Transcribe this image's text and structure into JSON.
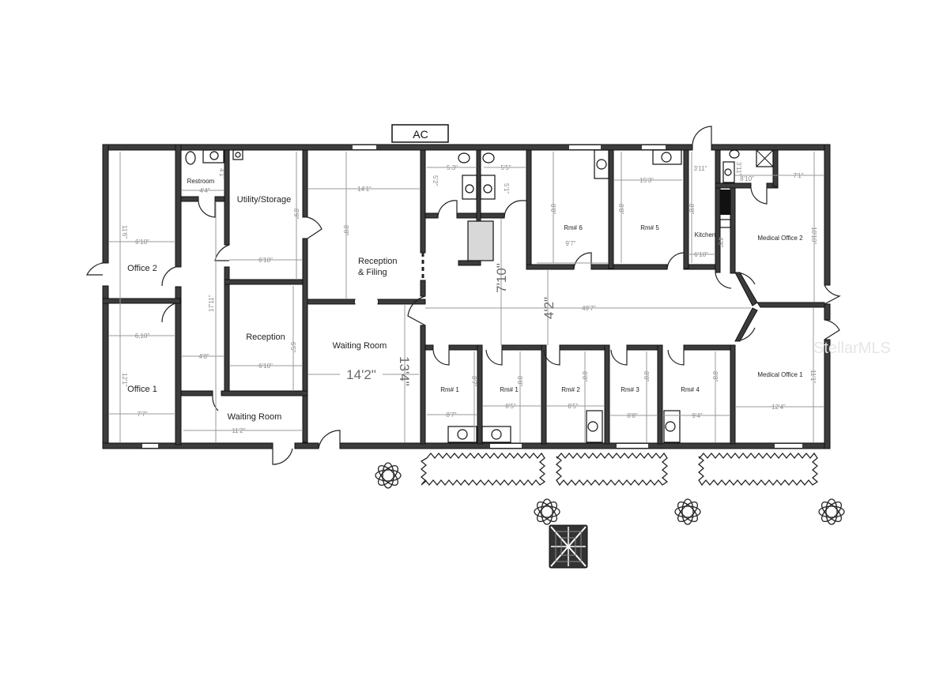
{
  "plan": {
    "ac_label": "AC",
    "rooms": {
      "office2": "Office 2",
      "office1": "Office 1",
      "restroom": "Restroom",
      "utility": "Utility/Storage",
      "reception": "Reception",
      "waiting_small": "Waiting Room",
      "reception_filing_1": "Reception",
      "reception_filing_2": "& Filing",
      "waiting_main": "Waiting Room",
      "rm6": "Rm# 6",
      "rm5": "Rm# 5",
      "kitchen": "Kitchen",
      "medical_office_2": "Medical Office 2",
      "medical_office_1": "Medical Office 1",
      "rm1a": "Rm# 1",
      "rm1b": "Rm# 1",
      "rm2": "Rm# 2",
      "rm3": "Rm# 3",
      "rm4": "Rm# 4"
    },
    "dimensions": {
      "office2_w": "6'10\"",
      "office2_h": "11'6\"",
      "office1_w": "7'7\"",
      "office1_w2": "6,10\"",
      "office1_h": "12'1\"",
      "restroom_w": "4'4\"",
      "restroom_h": "4'1\"",
      "utility_w": "6'10\"",
      "utility_h": "8'9\"",
      "hall_w": "4'8\"",
      "hall_h": "17'11\"",
      "reception_w": "6'10\"",
      "reception_h": "6'5\"",
      "waiting_small_w": "11'2\"",
      "reception_filing_w": "14'1\"",
      "reception_filing_h": "8'8\"",
      "bath_left_w": "5.3\"",
      "bath_left_h": "5'2\"",
      "bath_right_w": "5'5\"",
      "bath_right_h": "5'1\"",
      "rm6_w": "9'7\"",
      "rm6_h": "8'8\"",
      "rm5_w": "15'3\"",
      "rm5_h": "8'8\"",
      "kitchen_w": "6'10\"",
      "kitchen_w_top": "3'11\"",
      "kitchen_h": "8'8\"",
      "kitchen_h2": "4'8\"",
      "mo2_bath_w": "8'10\"",
      "mo2_bath_h": "3'11\"",
      "mo2_w": "7'1\"",
      "mo2_h": "10'10\"",
      "corridor_h1": "7'10\"",
      "corridor_h2": "4'2\"",
      "corridor_len": "49'7\"",
      "waiting_main_w": "14'2\"",
      "waiting_main_h": "13'4\"",
      "rm1a_w": "8'7\"",
      "rm1a_h": "8'7\"",
      "rm1b_w": "8'5\"",
      "rm1b_h": "8'8\"",
      "rm2_w": "8'5\"",
      "rm2_h": "8'8\"",
      "rm3_w": "8'8\"",
      "rm3_h": "8'8\"",
      "rm4_w": "9'4\"",
      "rm4_h": "8'8\"",
      "mo1_w": "12'4\"",
      "mo1_h": "11'1\""
    },
    "landscape": {
      "shrubs": 4,
      "hedges": 3,
      "grate": "drain-grate"
    }
  },
  "watermark": "StellarMLS"
}
